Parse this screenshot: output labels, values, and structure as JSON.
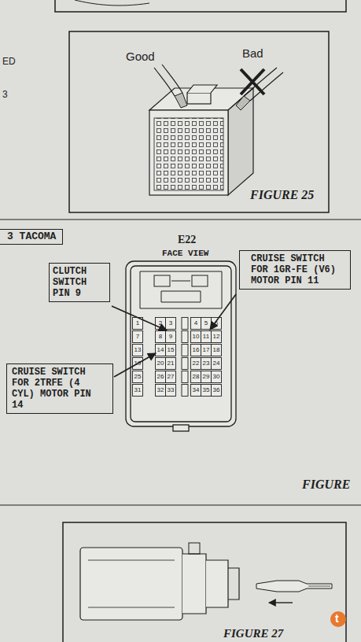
{
  "diagram": {
    "nodes": [
      {
        "text": [
          "3 TACOMA"
        ]
      },
      {
        "text": [
          "CLUTCH SWITCH PIN 9"
        ]
      },
      {
        "text": [
          "CRUISE SWITCH FOR 1GR-FE (V6) MOTOR PIN 11"
        ]
      },
      {
        "text": [
          "CRUISE SWITCH FOR 2TRFE (4 CYL) MOTOR PIN 14"
        ]
      }
    ],
    "labels": [
      "ED",
      "3",
      "Good",
      "Bad",
      "FIGURE 25",
      "E22",
      "FACE VIEW",
      "1",
      "2",
      "3",
      "4",
      "5",
      "6",
      "7",
      "8",
      "9",
      "10",
      "11",
      "12",
      "13",
      "14",
      "15",
      "16",
      "17",
      "18",
      "19",
      "20",
      "21",
      "22",
      "23",
      "24",
      "25",
      "26",
      "27",
      "28",
      "29",
      "30",
      "31",
      "32",
      "33",
      "34",
      "35",
      "36",
      "FIGURE",
      "FIGURE 27",
      "t"
    ]
  }
}
